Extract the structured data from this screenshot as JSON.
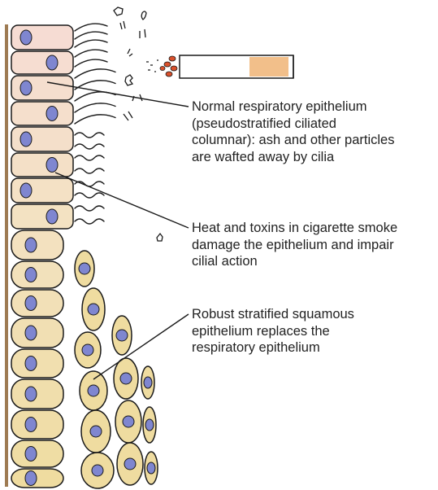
{
  "labels": {
    "normal_epithelium": {
      "lines": [
        "Normal respiratory epithelium",
        "(pseudostratified ciliated",
        "columnar): ash and other particles",
        "are wafted away by cilia"
      ]
    },
    "smoke_damage": {
      "lines": [
        "Heat and toxins in cigarette smoke",
        "damage the epithelium and impair",
        "cilial action"
      ]
    },
    "squamous_replacement": {
      "lines": [
        "Robust stratified squamous",
        "epithelium replaces the",
        "respiratory epithelium"
      ]
    }
  },
  "colors": {
    "basement_membrane": "#9e7b53",
    "normal_cell_fill": "#f6dcd3",
    "transition_cell_fill": "#f3e2c2",
    "squamous_cell_fill": "#efdca0",
    "nucleus_fill": "#7f86d0",
    "cell_outline": "#1a1a1a",
    "cigarette_filter": "#f2bf8a",
    "cigarette_ember": "#d9502b"
  },
  "icons": {
    "cigarette": "cigarette-icon",
    "ash": "ash-particle-icon",
    "cilia": "cilia-icon"
  }
}
